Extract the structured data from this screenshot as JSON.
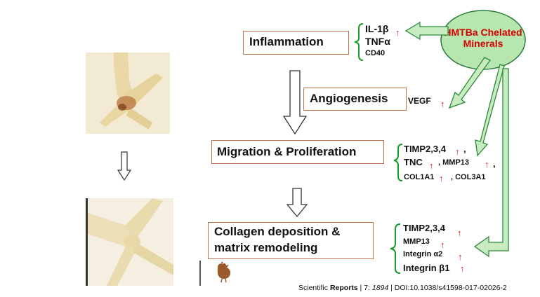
{
  "source": {
    "label": "HMTBa Chelated Minerals",
    "line1": "HMTBa Chelated",
    "line2": "Minerals",
    "color_fill": "#b8e6b0",
    "color_text": "#d40000"
  },
  "stages": [
    {
      "id": "inflammation",
      "label": "Inflammation"
    },
    {
      "id": "angiogenesis",
      "label": "Angiogenesis"
    },
    {
      "id": "migration",
      "label": "Migration & Proliferation"
    },
    {
      "id": "collagen",
      "line1": "Collagen deposition &",
      "line2": "matrix remodeling"
    }
  ],
  "markers": {
    "inflammation": [
      "IL-1β",
      "TNFα",
      "CD40"
    ],
    "angiogenesis": [
      "VEGF"
    ],
    "migration": {
      "row1": "TIMP2,3,4",
      "comma1": ",",
      "row2a": "TNC",
      "row2b": ", MMP13",
      "comma2": ",",
      "row3a": "COL1A1",
      "row3b": ", COL3A1"
    },
    "collagen": [
      "TIMP2,3,4",
      "MMP13",
      "Integrin α2",
      "Integrin β1"
    ]
  },
  "up_arrow_glyph": "↑",
  "citation": {
    "prefix": "Scientific ",
    "journal": "Reports",
    "vol": " | 7: ",
    "num": "1894",
    "doi": " | DOI:10.1038/s41598-017-02026-2"
  },
  "colors": {
    "box_border": "#c0704a",
    "bracket": "#1a9a2a",
    "big_arrow": "#2a8a3a",
    "arrow_fill": "#c8ecc0",
    "up_arrow": "#e02020"
  }
}
